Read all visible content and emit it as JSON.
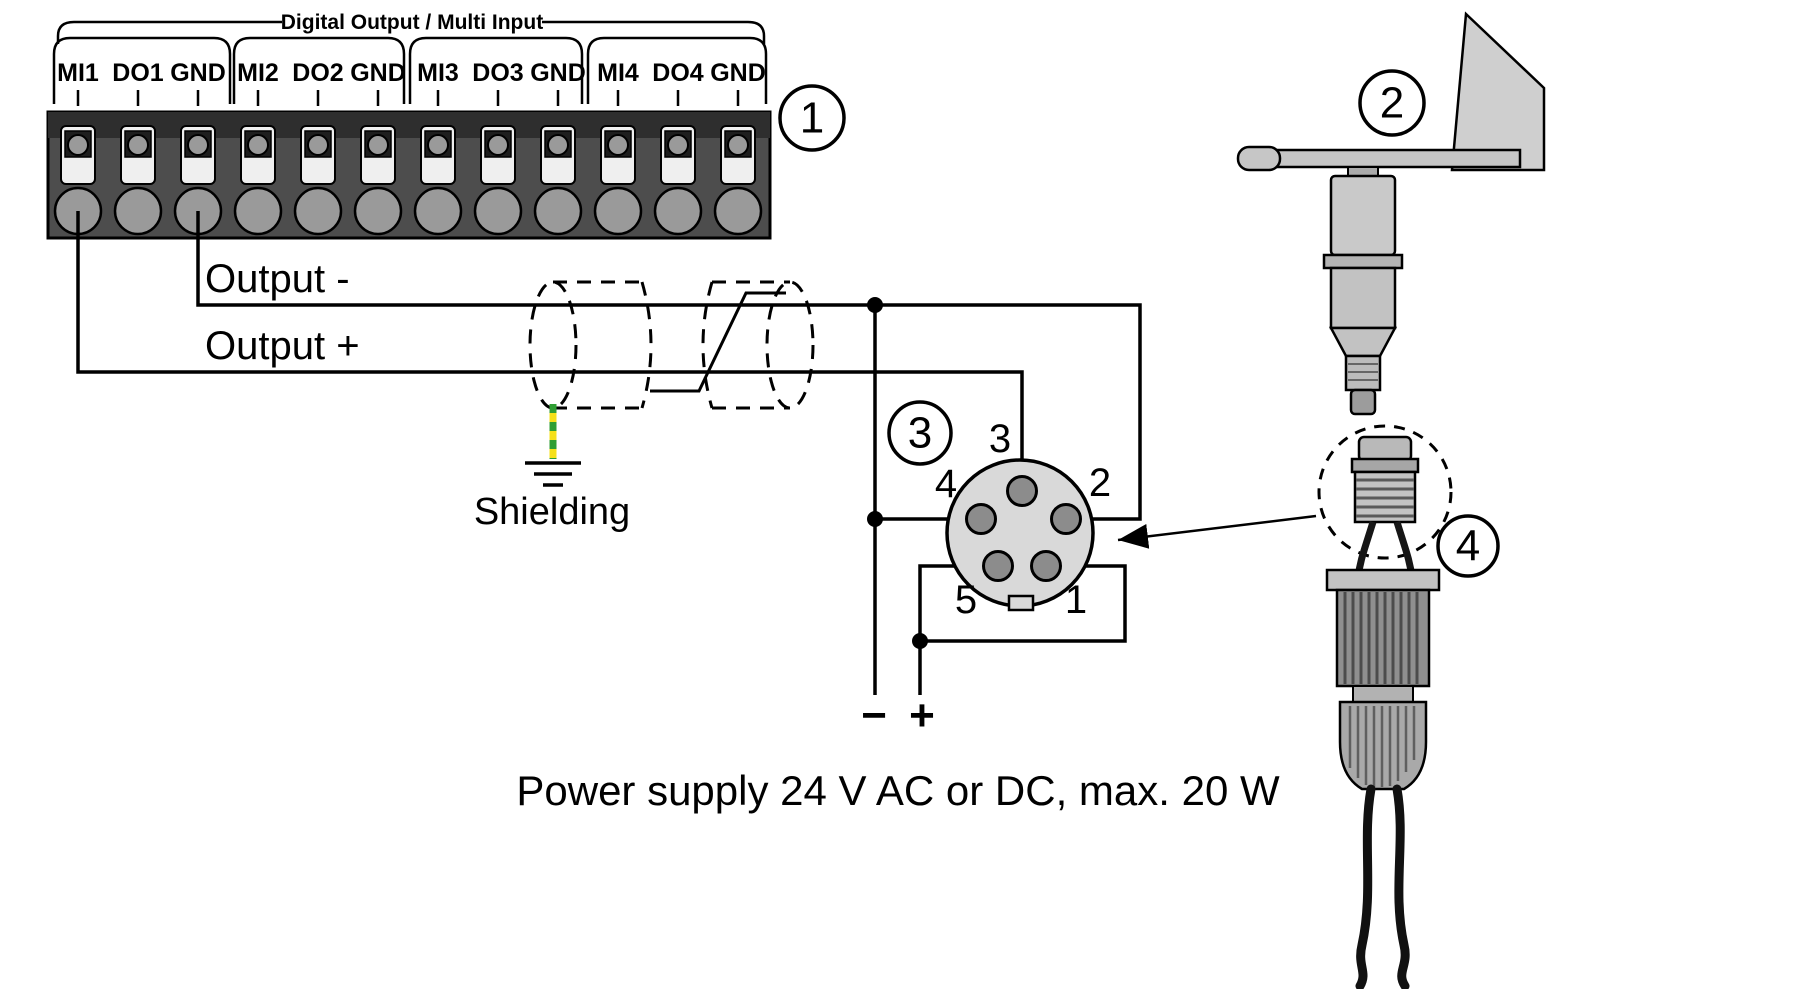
{
  "terminal_block": {
    "group_label": "Digital Output / Multi Input",
    "terminals": [
      "MI1",
      "DO1",
      "GND",
      "MI2",
      "DO2",
      "GND",
      "MI3",
      "DO3",
      "GND",
      "MI4",
      "DO4",
      "GND"
    ]
  },
  "callouts": {
    "terminal_block": "1",
    "wind_sensor": "2",
    "connector_pinout": "3",
    "cable_connector": "4"
  },
  "wire_labels": {
    "output_minus": "Output -",
    "output_plus": "Output +",
    "shielding": "Shielding"
  },
  "connector_pins": {
    "pin1": "1",
    "pin2": "2",
    "pin3": "3",
    "pin4": "4",
    "pin5": "5"
  },
  "power": {
    "minus": "−",
    "plus": "+",
    "caption": "Power supply 24 V AC or DC, max. 20 W"
  },
  "colors": {
    "shield_ground_green": "#2f9e33",
    "shield_ground_yellow": "#f5e01a",
    "line_black": "#000000",
    "terminal_body": "#4d4d4d",
    "metal_light": "#c8c8c8",
    "connector_face": "#d9d9d9"
  }
}
